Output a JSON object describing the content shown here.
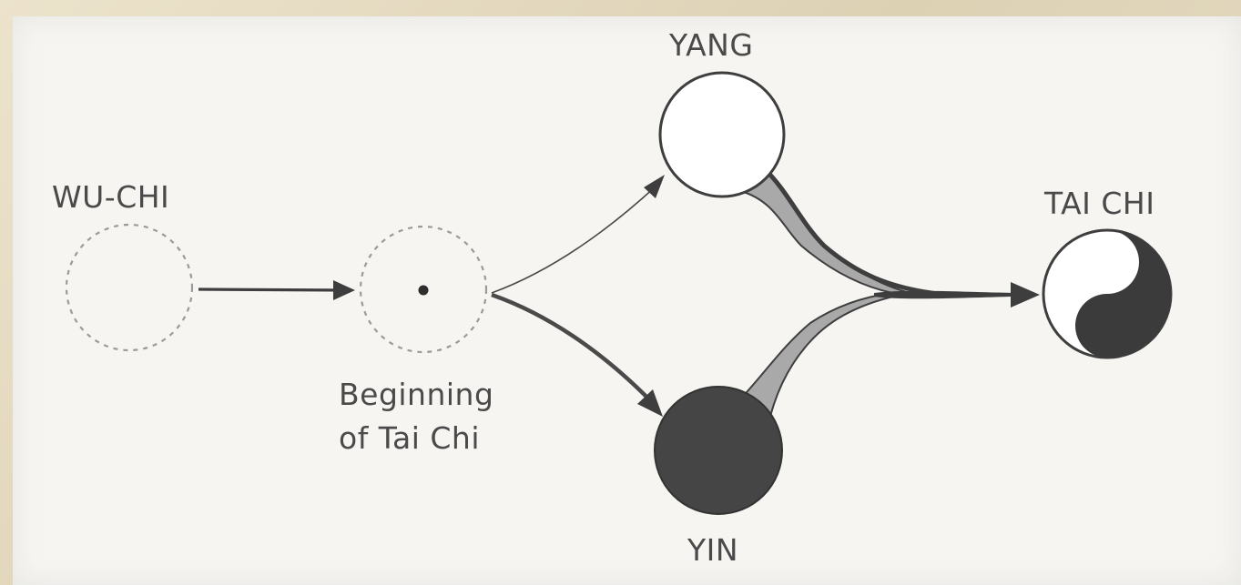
{
  "labels": {
    "wu_chi": "WU-CHI",
    "beginning_line1": "Beginning",
    "beginning_line2": "of Tai Chi",
    "yang": "YANG",
    "yin": "YIN",
    "tai_chi": "TAI CHI"
  },
  "colors": {
    "background_border": "#e6dcc3",
    "page": "#f6f5f2",
    "ink": "#3e3e3e",
    "dashed": "#9a9a9a",
    "band_fill": "#a9a9a9",
    "yin_fill": "#454545"
  }
}
